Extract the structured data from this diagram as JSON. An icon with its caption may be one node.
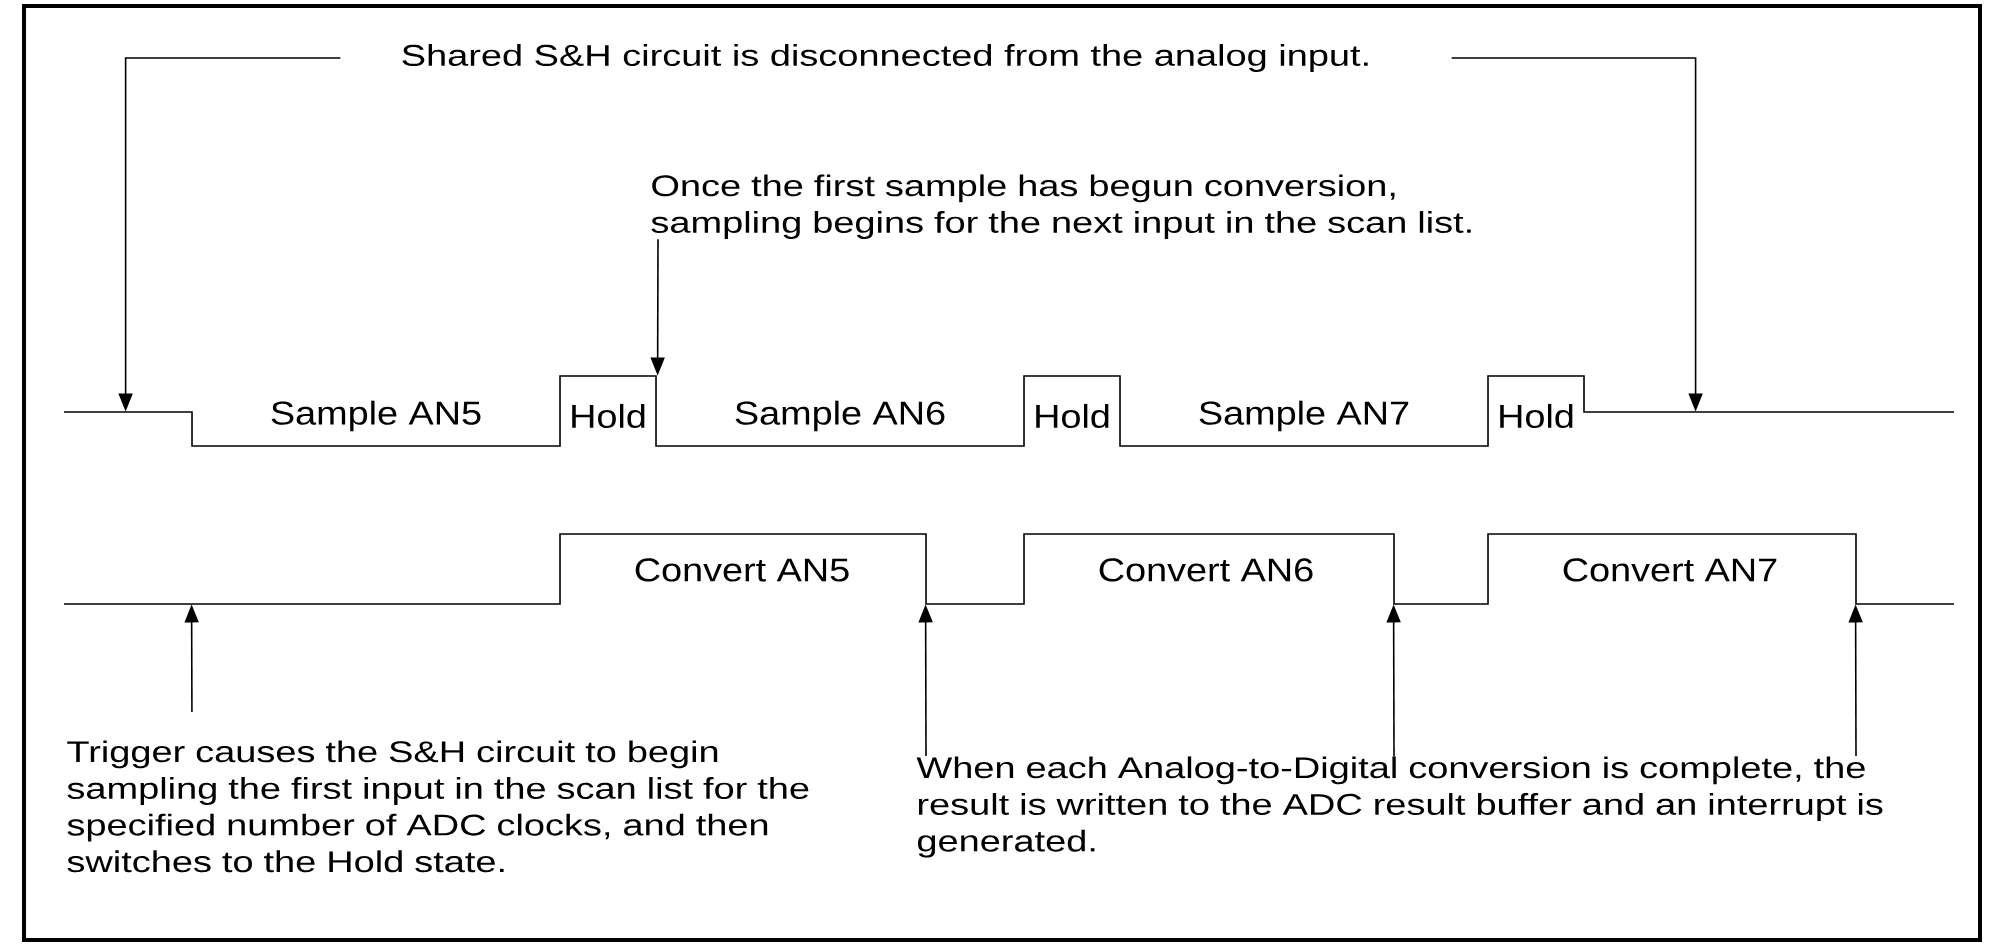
{
  "diagram": {
    "nodes": [
      {
        "text": [
          "Shared S&H circuit is disconnected from the analog input."
        ]
      },
      {
        "text": [
          "Once the first sample has begun conversion, sampling begins for the next input in the scan list."
        ]
      },
      {
        "text": [
          "Sample AN5",
          "Hold",
          "Sample AN6",
          "Hold",
          "Sample AN7",
          "Hold"
        ]
      },
      {
        "text": [
          "Convert AN5",
          "Convert AN6",
          "Convert AN7"
        ]
      },
      {
        "text": [
          "Trigger causes the S&H circuit to begin sampling the first input in the scan list for the specified number of ADC clocks, and then switches to the Hold state."
        ]
      },
      {
        "text": [
          "When each Analog-to-Digital conversion is complete, the result is written to the ADC result buffer and an interrupt is generated."
        ]
      }
    ],
    "edges": [
      {
        "from": 0,
        "to": 2,
        "arrow": "to"
      },
      {
        "from": 0,
        "to": 2,
        "arrow": "to"
      },
      {
        "from": 1,
        "to": 2,
        "arrow": "to"
      },
      {
        "from": 4,
        "to": 3,
        "arrow": "to"
      },
      {
        "from": 5,
        "to": 3,
        "arrow": "to"
      },
      {
        "from": 5,
        "to": 3,
        "arrow": "to"
      },
      {
        "from": 5,
        "to": 3,
        "arrow": "to"
      }
    ]
  }
}
